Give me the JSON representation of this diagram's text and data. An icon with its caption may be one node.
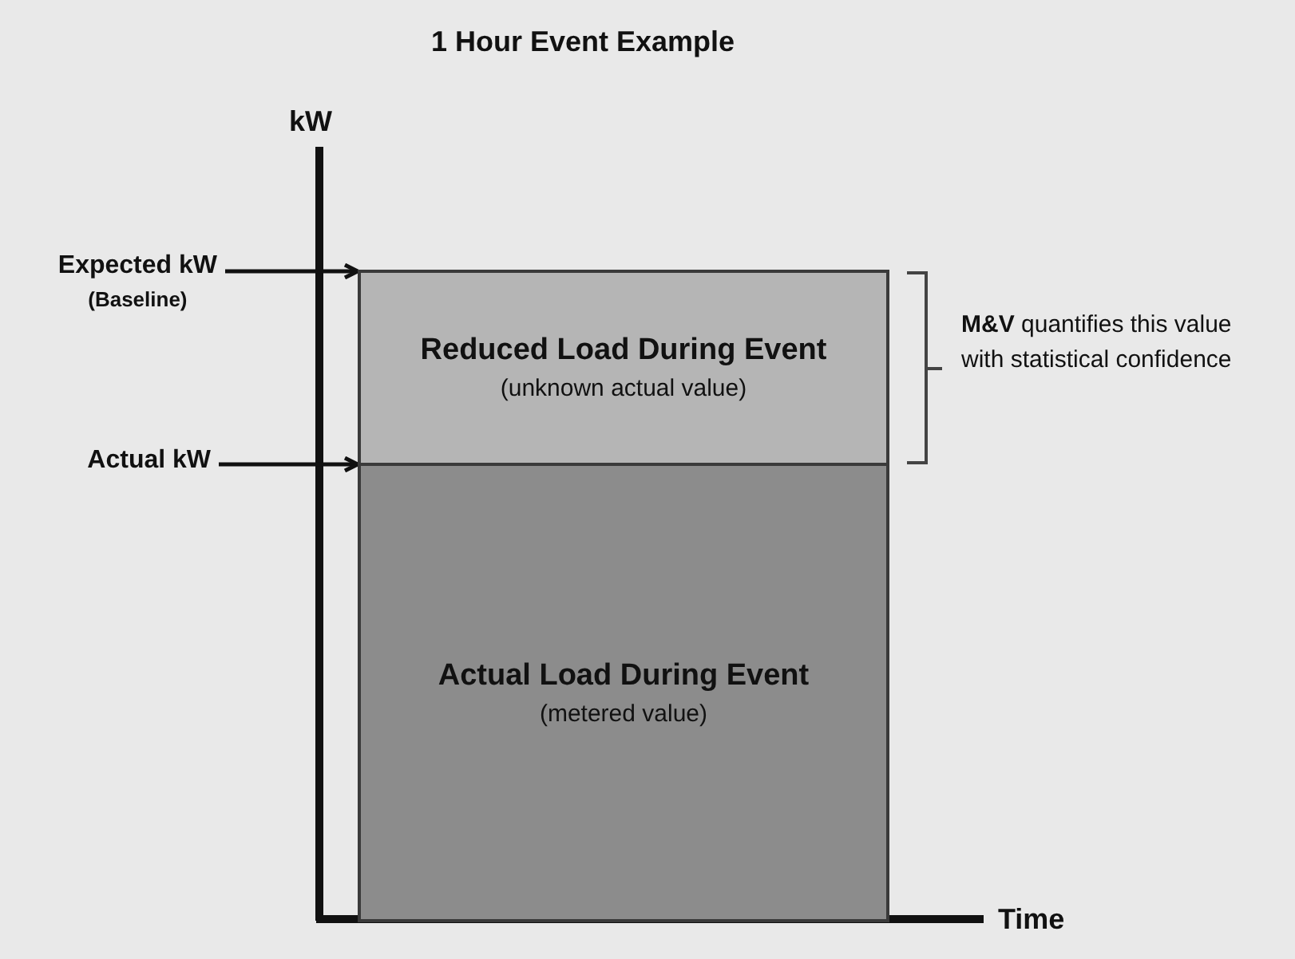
{
  "diagram": {
    "title": "1 Hour Event Example",
    "nodes": [
      {
        "text": [
          "Expected kW",
          "(Baseline)"
        ]
      },
      {
        "text": [
          "Actual kW"
        ]
      },
      {
        "text": [
          "Reduced Load During Event",
          "(unknown actual value)"
        ]
      },
      {
        "text": [
          "Actual Load During Event",
          "(metered value)"
        ]
      }
    ],
    "edges": [
      {
        "from": 0,
        "to": 2,
        "arrow": "to"
      },
      {
        "from": 1,
        "to": 3,
        "arrow": "to"
      }
    ],
    "labels": [
      "kW",
      "Time",
      "**M&V** quantifies this value with statistical confidence"
    ]
  }
}
